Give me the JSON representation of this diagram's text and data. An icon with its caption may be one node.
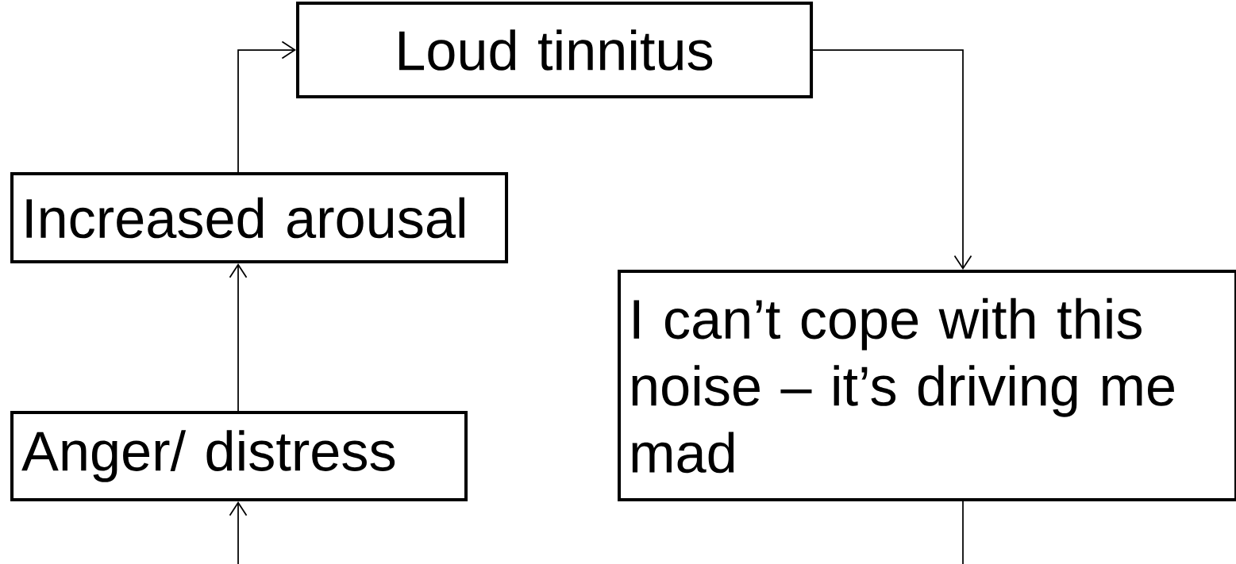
{
  "diagram": {
    "nodes": [
      {
        "text": [
          "Loud tinnitus"
        ]
      },
      {
        "text": [
          "Increased arousal"
        ]
      },
      {
        "text": [
          "I can’t cope with this noise – it’s driving me mad"
        ]
      },
      {
        "text": [
          "Anger/ distress"
        ]
      }
    ],
    "edges": [
      {
        "from": 1,
        "to": 0,
        "arrow": "to"
      },
      {
        "from": 0,
        "to": 2,
        "arrow": "to"
      },
      {
        "from": 3,
        "to": 1,
        "arrow": "to"
      },
      {
        "from": null,
        "to": 3,
        "arrow": "to"
      },
      {
        "from": 2,
        "to": null,
        "arrow": "none"
      }
    ]
  }
}
